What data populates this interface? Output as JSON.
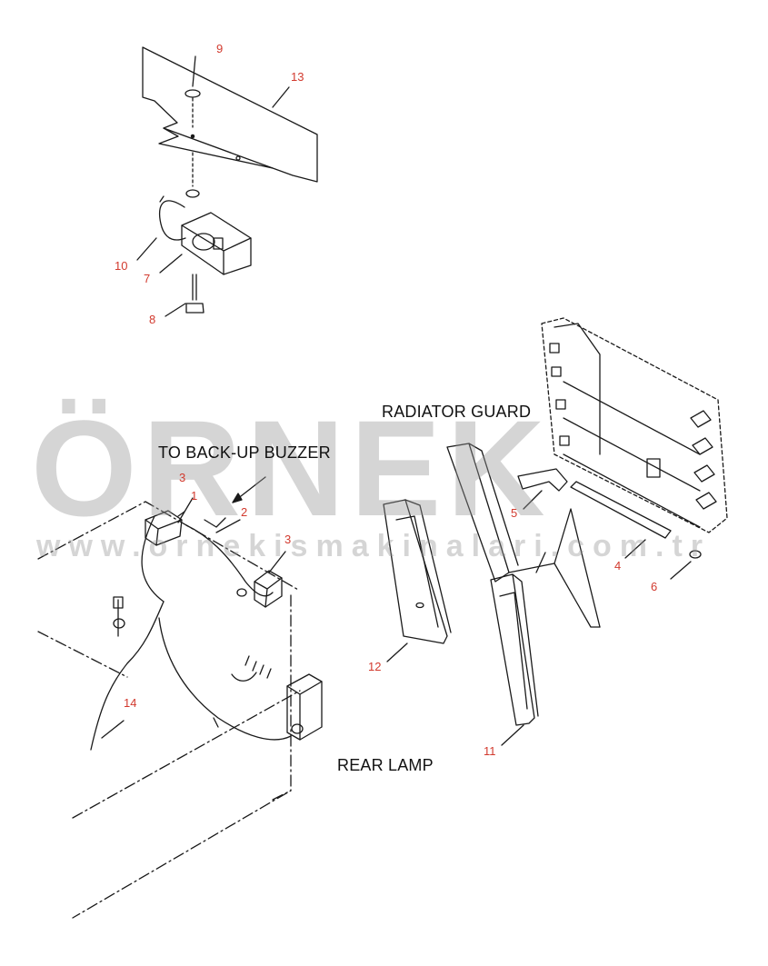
{
  "labels": {
    "radiator_guard": "RADIATOR GUARD",
    "to_backup_buzzer": "TO BACK-UP BUZZER",
    "rear_lamp": "REAR LAMP"
  },
  "callouts": [
    "9",
    "13",
    "10",
    "7",
    "8",
    "3",
    "1",
    "2",
    "3",
    "14",
    "5",
    "4",
    "6",
    "12",
    "11"
  ],
  "watermark": {
    "word": "ÖRNEK",
    "url": "www.ornekismakinalari.com.tr"
  },
  "colors": {
    "line": "#1a1a1a",
    "callout": "#d23a2e",
    "watermark": "#969696",
    "watermark_accent": "#f3d27a"
  }
}
